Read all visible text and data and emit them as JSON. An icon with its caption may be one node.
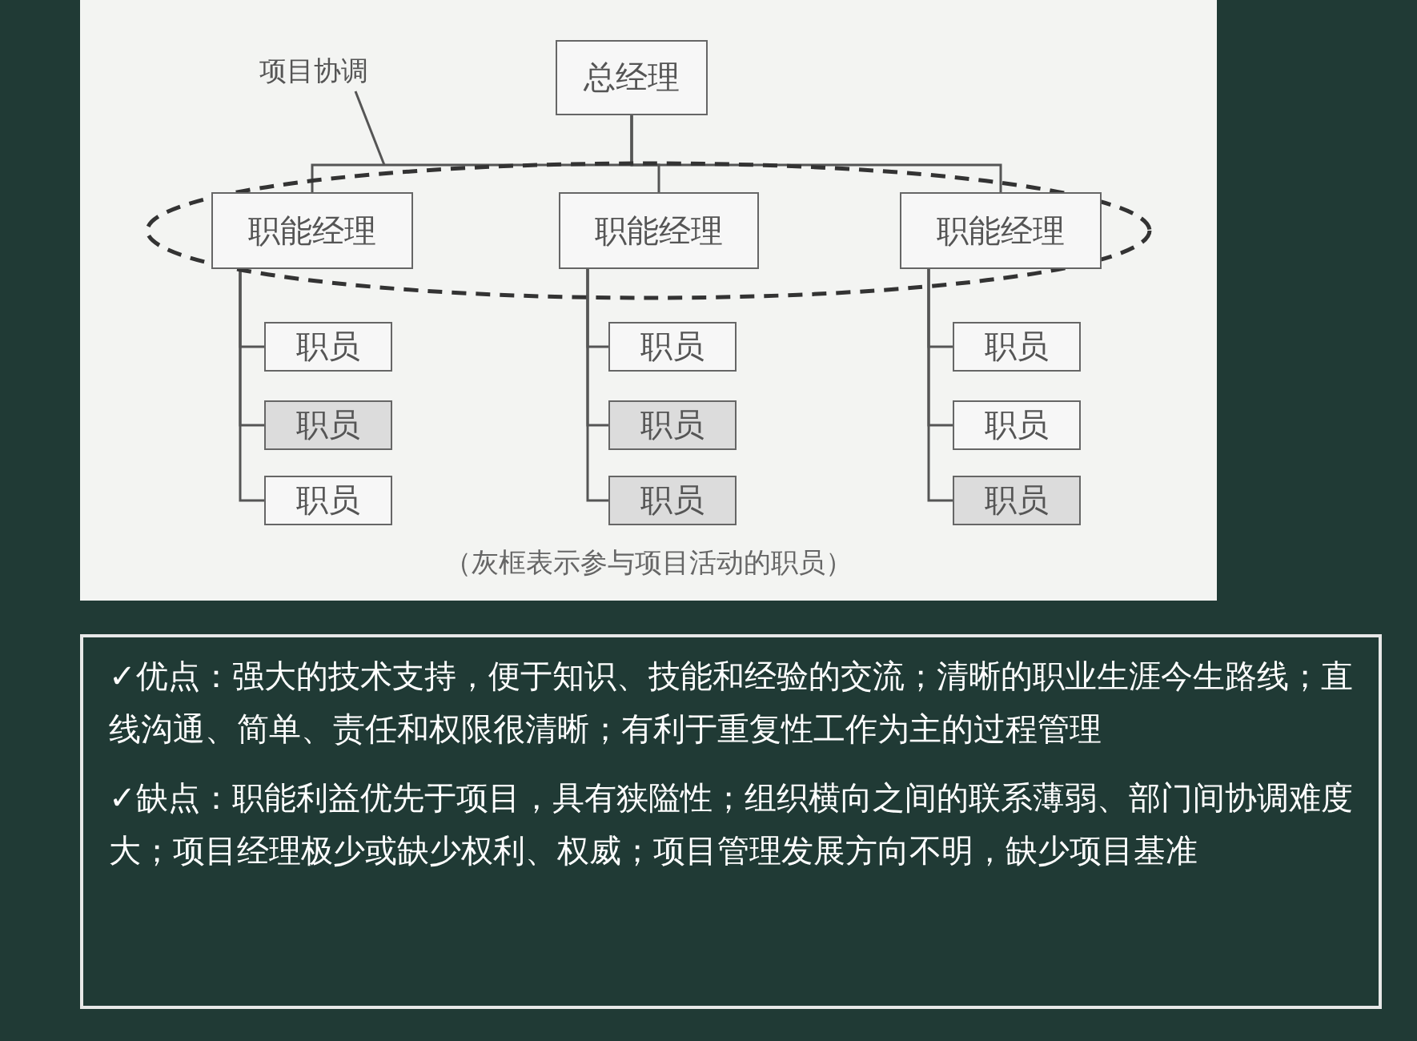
{
  "diagram": {
    "nodes": [
      {
        "text": [
          "总经理"
        ]
      },
      {
        "text": [
          "项目协调"
        ]
      },
      {
        "text": [],
        "shape": "ellipse"
      },
      {
        "text": [
          "职能经理"
        ],
        "in": 2
      },
      {
        "text": [
          "职能经理"
        ],
        "in": 2
      },
      {
        "text": [
          "职能经理"
        ],
        "in": 2
      },
      {
        "text": [
          "职员"
        ]
      },
      {
        "text": [
          "职员"
        ]
      },
      {
        "text": [
          "职员"
        ]
      },
      {
        "text": [
          "职员"
        ]
      },
      {
        "text": [
          "职员"
        ]
      },
      {
        "text": [
          "职员"
        ]
      },
      {
        "text": [
          "职员"
        ]
      },
      {
        "text": [
          "职员"
        ]
      },
      {
        "text": [
          "职员"
        ]
      }
    ],
    "edges": [
      {
        "from": 0,
        "to": 3,
        "arrow": "none"
      },
      {
        "from": 0,
        "to": 4,
        "arrow": "none"
      },
      {
        "from": 0,
        "to": 5,
        "arrow": "none"
      },
      {
        "from": 3,
        "to": 6,
        "arrow": "none"
      },
      {
        "from": 3,
        "to": 7,
        "arrow": "none"
      },
      {
        "from": 3,
        "to": 8,
        "arrow": "none"
      },
      {
        "from": 4,
        "to": 9,
        "arrow": "none"
      },
      {
        "from": 4,
        "to": 10,
        "arrow": "none"
      },
      {
        "from": 4,
        "to": 11,
        "arrow": "none"
      },
      {
        "from": 5,
        "to": 12,
        "arrow": "none"
      },
      {
        "from": 5,
        "to": 13,
        "arrow": "none"
      },
      {
        "from": 5,
        "to": 14,
        "arrow": "none"
      },
      {
        "from": 1,
        "to": 2,
        "arrow": "none"
      }
    ],
    "labels": [
      "（灰框表示参与项目活动的职员）",
      "✓优点：强大的技术支持，便于知识、技能和经验的交流；清晰的职业生涯今生路线；直线沟通、简单、责任和权限很清晰；有利于重复性工作为主的过程管理",
      "✓缺点：职能利益优先于项目，具有狭隘性；组织横向之间的联系薄弱、部门间协调难度大；项目经理极少或缺少权利、权威；项目管理发展方向不明，缺少项目基准"
    ]
  }
}
